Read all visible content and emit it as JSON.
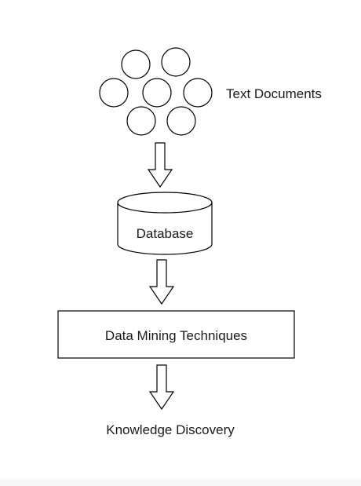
{
  "diagram": {
    "nodes": {
      "text_documents": {
        "label": "Text Documents",
        "shape": "circle-cluster",
        "count": 7
      },
      "database": {
        "label": "Database",
        "shape": "cylinder"
      },
      "data_mining": {
        "label": "Data Mining Techniques",
        "shape": "rectangle"
      },
      "knowledge_discovery": {
        "label": "Knowledge Discovery",
        "shape": "text"
      }
    },
    "edges": [
      {
        "from": "text_documents",
        "to": "database",
        "style": "hollow-arrow"
      },
      {
        "from": "database",
        "to": "data_mining",
        "style": "hollow-arrow"
      },
      {
        "from": "data_mining",
        "to": "knowledge_discovery",
        "style": "hollow-arrow"
      }
    ],
    "colors": {
      "stroke": "#000000",
      "fill": "#ffffff",
      "text": "#1a1a1a"
    }
  }
}
